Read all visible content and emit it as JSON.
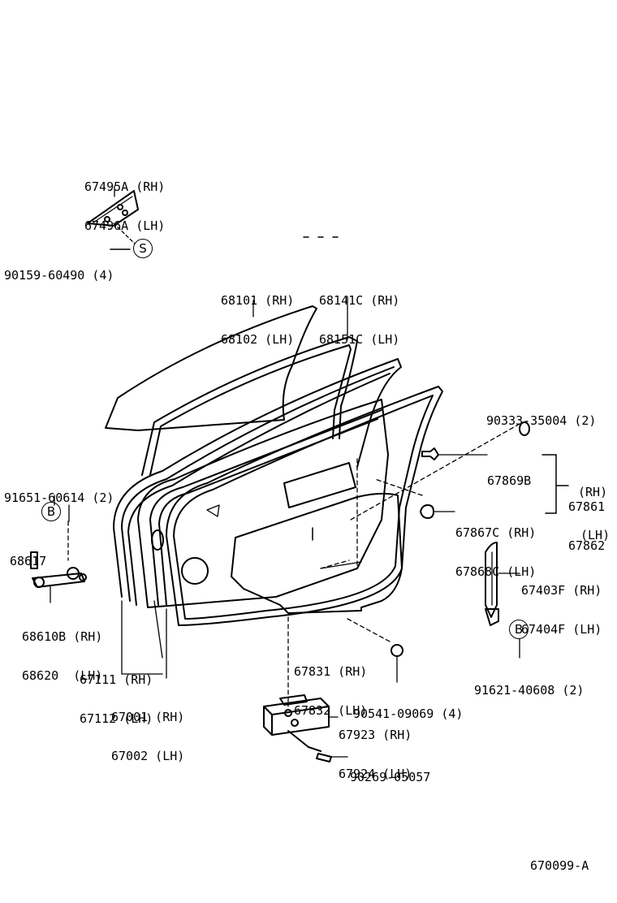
{
  "diagram": {
    "drawing_number": "670099-A",
    "callouts": [
      {
        "id": "c1",
        "lines": [
          "67495A (RH)",
          "67496A (LH)"
        ]
      },
      {
        "id": "c2",
        "lines": [
          "90159-60490 (4)"
        ]
      },
      {
        "id": "c3",
        "lines": [
          "68101 (RH)",
          "68102 (LH)"
        ]
      },
      {
        "id": "c4",
        "lines": [
          "68141C (RH)",
          "68151C (LH)"
        ]
      },
      {
        "id": "c5",
        "lines": [
          "90333-35004 (2)"
        ]
      },
      {
        "id": "c6",
        "lines": [
          "67869B"
        ]
      },
      {
        "id": "c7",
        "lines": [
          "(RH)"
        ]
      },
      {
        "id": "c8",
        "lines": [
          "67861",
          "67862"
        ]
      },
      {
        "id": "c9",
        "lines": [
          "(LH)"
        ]
      },
      {
        "id": "c10",
        "lines": [
          "67867C (RH)",
          "67868C (LH)"
        ]
      },
      {
        "id": "c11",
        "lines": [
          "91651-60614 (2)"
        ]
      },
      {
        "id": "c12",
        "lines": [
          "68617"
        ]
      },
      {
        "id": "c13",
        "lines": [
          "68610B (RH)",
          "68620  (LH)"
        ]
      },
      {
        "id": "c14",
        "lines": [
          "67403F (RH)",
          "67404F (LH)"
        ]
      },
      {
        "id": "c15",
        "lines": [
          "91621-40608 (2)"
        ]
      },
      {
        "id": "c16",
        "lines": [
          "67111 (RH)",
          "67112 (LH)"
        ]
      },
      {
        "id": "c17",
        "lines": [
          "67831 (RH)",
          "67832 (LH)"
        ]
      },
      {
        "id": "c18",
        "lines": [
          "90541-09069 (4)"
        ]
      },
      {
        "id": "c19",
        "lines": [
          "67001 (RH)",
          "67002 (LH)"
        ]
      },
      {
        "id": "c20",
        "lines": [
          "67923 (RH)",
          "67924 (LH)"
        ]
      },
      {
        "id": "c21",
        "lines": [
          "90269-05057"
        ]
      }
    ],
    "markers": [
      {
        "id": "m1",
        "letter": "S"
      },
      {
        "id": "m2",
        "letter": "B"
      },
      {
        "id": "m3",
        "letter": "B"
      }
    ]
  }
}
